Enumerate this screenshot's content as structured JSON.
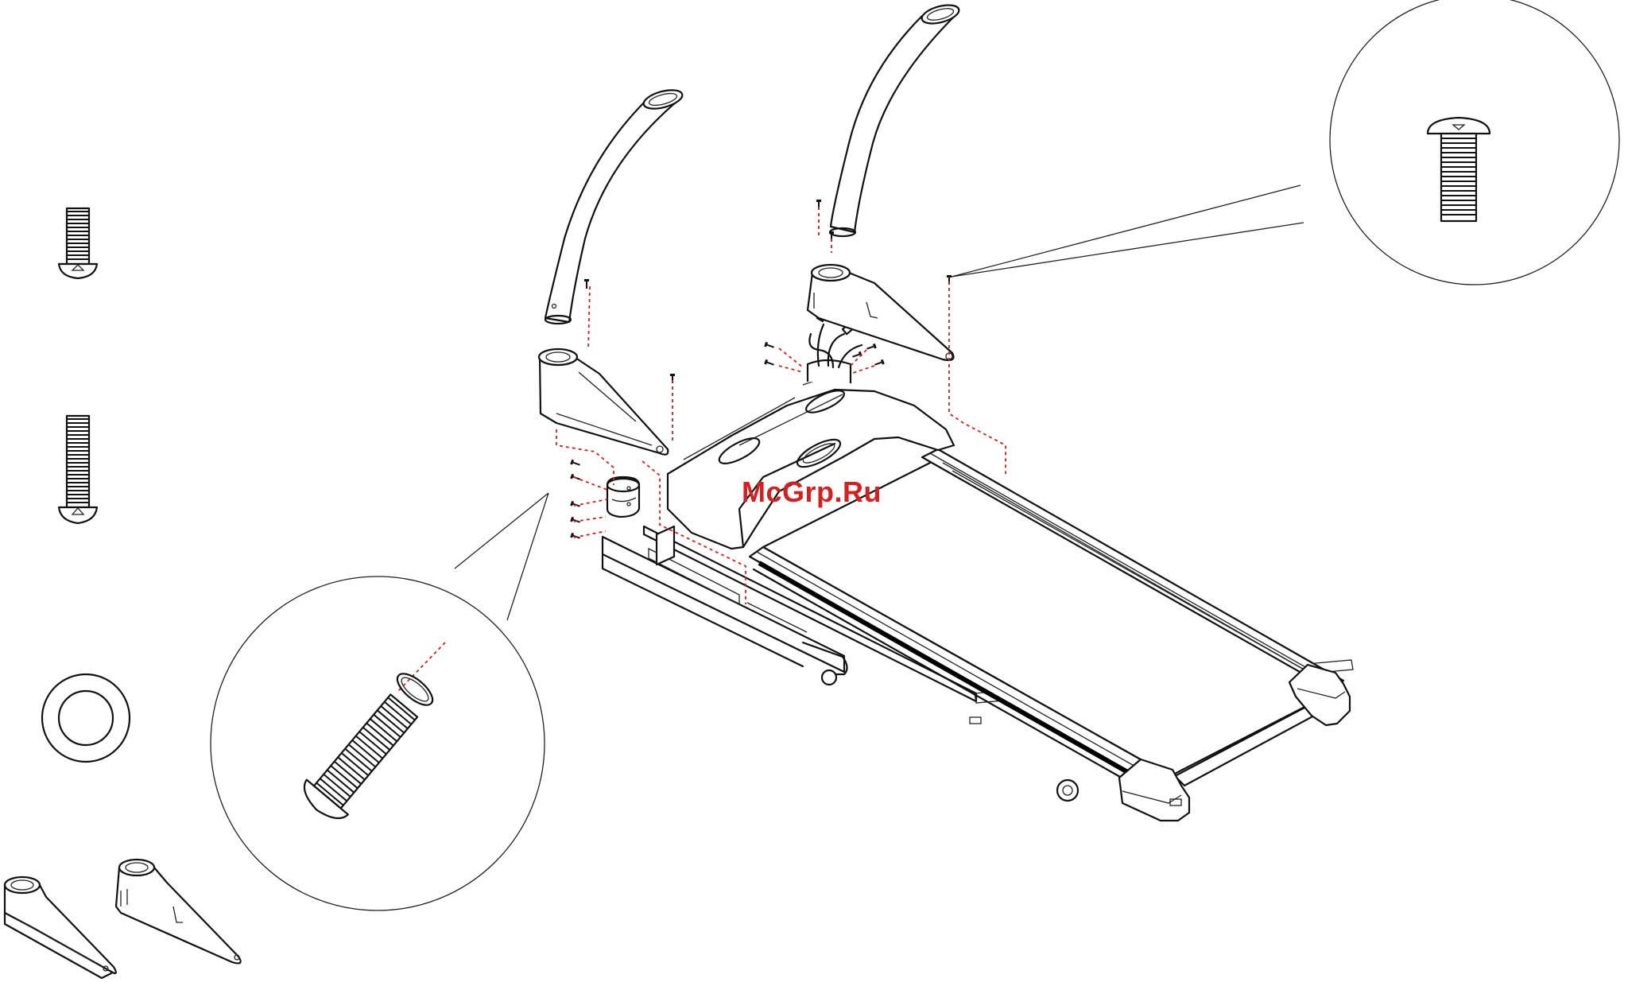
{
  "watermark": {
    "text": "McGrp.Ru",
    "color": "#d42020"
  },
  "colors": {
    "line": "#111111",
    "guide": "#d42020",
    "background": "#ffffff"
  },
  "parts_column": [
    "short-screw",
    "long-screw",
    "washer",
    "upright-bracket-left",
    "upright-bracket-right"
  ],
  "callouts": [
    "screw-detail-top-right",
    "bolt-washer-detail-lower-left"
  ]
}
